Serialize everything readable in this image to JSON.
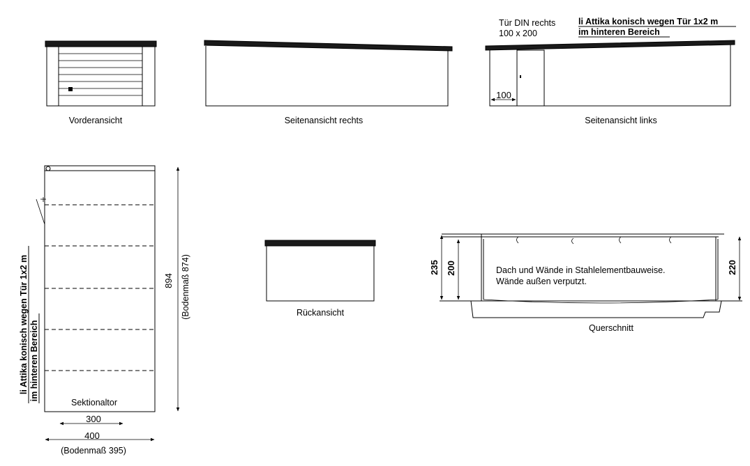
{
  "views": {
    "front": "Vorderansicht",
    "side_right": "Seitenansicht rechts",
    "side_left": "Seitenansicht links",
    "back": "Rückansicht",
    "section": "Querschnitt",
    "floor_plan_door": "Sektionaltor"
  },
  "notes": {
    "door_line1": "Tür DIN rechts",
    "door_line2": "100 x 200",
    "attika_line1": "li Attika konisch wegen Tür 1x2 m",
    "attika_line2": "im hinteren Bereich",
    "section_line1": "Dach und Wände in Stahlelementbauweise.",
    "section_line2": "Wände außen verputzt."
  },
  "dimensions": {
    "door_offset": "100",
    "length": "894",
    "length_floor": "(Bodenmaß 874)",
    "inner_width": "300",
    "outer_width": "400",
    "width_floor": "(Bodenmaß 395)",
    "height_left": "235",
    "height_inner": "200",
    "height_right": "220"
  }
}
